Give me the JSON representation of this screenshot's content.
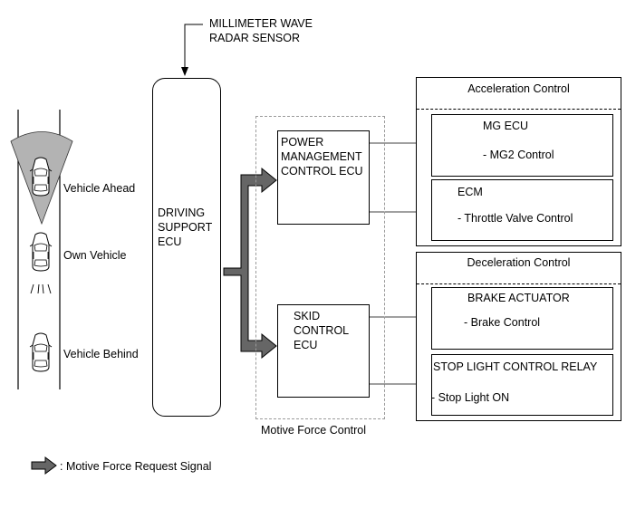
{
  "radar": {
    "line1": "MILLIMETER WAVE",
    "line2": "RADAR SENSOR"
  },
  "vehicles": {
    "ahead": "Vehicle Ahead",
    "own": "Own Vehicle",
    "behind": "Vehicle Behind"
  },
  "driving_support_ecu": {
    "line1": "DRIVING",
    "line2": "SUPPORT",
    "line3": "ECU"
  },
  "power_mgmt_ecu": {
    "line1": "POWER",
    "line2": "MANAGEMENT",
    "line3": "CONTROL ECU"
  },
  "skid_ecu": {
    "line1": "SKID",
    "line2": "CONTROL",
    "line3": "ECU"
  },
  "motive_force_label": "Motive Force Control",
  "acceleration": {
    "title": "Acceleration Control",
    "mg_ecu": {
      "name": "MG ECU",
      "function": "- MG2 Control"
    },
    "ecm": {
      "name": "ECM",
      "function": "- Throttle Valve Control"
    }
  },
  "deceleration": {
    "title": "Deceleration Control",
    "brake": {
      "name": "BRAKE ACTUATOR",
      "function": "- Brake Control"
    },
    "stop_light": {
      "name": "STOP LIGHT CONTROL RELAY",
      "function": "- Stop Light ON"
    }
  },
  "legend": {
    "label": ": Motive Force Request Signal"
  },
  "colors": {
    "arrow_fill": "#666666",
    "radar_cone": "#b3b3b3",
    "dashed_frame": "#9a9a9a"
  },
  "icons": [
    "car-icon",
    "radar-cone-icon",
    "arrow-icon"
  ]
}
